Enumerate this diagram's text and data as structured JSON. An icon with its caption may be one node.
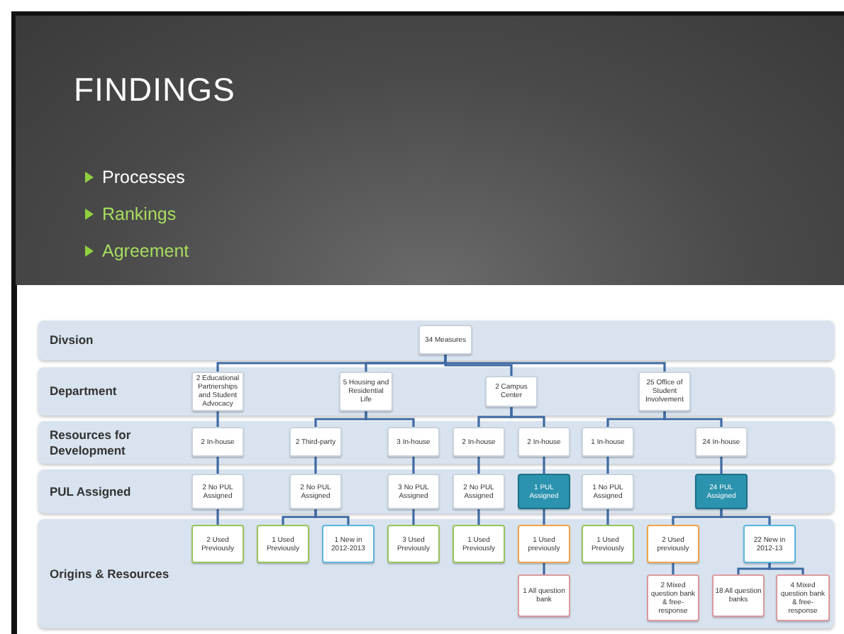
{
  "diagram": {
    "title": "FINDINGS",
    "labels": [
      "Processes",
      "Rankings",
      "Agreement"
    ],
    "nodes": [
      {
        "text": [
          "Divsion"
        ]
      },
      {
        "text": [
          "Department"
        ]
      },
      {
        "text": [
          "Resources for Development"
        ]
      },
      {
        "text": [
          "PUL Assigned"
        ]
      },
      {
        "text": [
          "Origins & Resources"
        ]
      },
      {
        "text": [
          "34 Measures"
        ],
        "in": 0
      },
      {
        "text": [
          "2 Educational Partnerships and Student Advocacy"
        ],
        "in": 1
      },
      {
        "text": [
          "5 Housing and Residential Life"
        ],
        "in": 1
      },
      {
        "text": [
          "2 Campus Center"
        ],
        "in": 1
      },
      {
        "text": [
          "25 Office of Student Involvement"
        ],
        "in": 1
      },
      {
        "text": [
          "2 In-house"
        ],
        "in": 2
      },
      {
        "text": [
          "2 Third-party"
        ],
        "in": 2
      },
      {
        "text": [
          "3 In-house"
        ],
        "in": 2
      },
      {
        "text": [
          "2 In-house"
        ],
        "in": 2
      },
      {
        "text": [
          "2 In-house"
        ],
        "in": 2
      },
      {
        "text": [
          "1 In-house"
        ],
        "in": 2
      },
      {
        "text": [
          "24 In-house"
        ],
        "in": 2
      },
      {
        "text": [
          "2 No PUL Assigned"
        ],
        "in": 3
      },
      {
        "text": [
          "2 No PUL Assigned"
        ],
        "in": 3
      },
      {
        "text": [
          "3 No PUL Assigned"
        ],
        "in": 3
      },
      {
        "text": [
          "2 No PUL Assigned"
        ],
        "in": 3
      },
      {
        "text": [
          "1 PUL Assigned"
        ],
        "in": 3
      },
      {
        "text": [
          "1 No PUL Assigned"
        ],
        "in": 3
      },
      {
        "text": [
          "24 PUL Assigned"
        ],
        "in": 3
      },
      {
        "text": [
          "2 Used Previously"
        ],
        "in": 4
      },
      {
        "text": [
          "1 Used Previously"
        ],
        "in": 4
      },
      {
        "text": [
          "1 New in 2012-2013"
        ],
        "in": 4
      },
      {
        "text": [
          "3 Used Previously"
        ],
        "in": 4
      },
      {
        "text": [
          "1 Used Previously"
        ],
        "in": 4
      },
      {
        "text": [
          "1 Used previously"
        ],
        "in": 4
      },
      {
        "text": [
          "1 Used Previously"
        ],
        "in": 4
      },
      {
        "text": [
          "2 Used previously"
        ],
        "in": 4
      },
      {
        "text": [
          "22 New in 2012-13"
        ],
        "in": 4
      },
      {
        "text": [
          "1 All question bank"
        ],
        "in": 4
      },
      {
        "text": [
          "2 Mixed question bank & free-response"
        ],
        "in": 4
      },
      {
        "text": [
          "18 All question banks"
        ],
        "in": 4
      },
      {
        "text": [
          "4 Mixed question bank & free-response"
        ],
        "in": 4
      }
    ],
    "edges": [
      {
        "from": 5,
        "to": 6,
        "arrow": "none"
      },
      {
        "from": 5,
        "to": 7,
        "arrow": "none"
      },
      {
        "from": 5,
        "to": 8,
        "arrow": "none"
      },
      {
        "from": 5,
        "to": 9,
        "arrow": "none"
      },
      {
        "from": 6,
        "to": 10,
        "arrow": "none"
      },
      {
        "from": 7,
        "to": 11,
        "arrow": "none"
      },
      {
        "from": 7,
        "to": 12,
        "arrow": "none"
      },
      {
        "from": 8,
        "to": 13,
        "arrow": "none"
      },
      {
        "from": 8,
        "to": 14,
        "arrow": "none"
      },
      {
        "from": 9,
        "to": 15,
        "arrow": "none"
      },
      {
        "from": 9,
        "to": 16,
        "arrow": "none"
      },
      {
        "from": 10,
        "to": 17,
        "arrow": "none"
      },
      {
        "from": 11,
        "to": 18,
        "arrow": "none"
      },
      {
        "from": 12,
        "to": 19,
        "arrow": "none"
      },
      {
        "from": 13,
        "to": 20,
        "arrow": "none"
      },
      {
        "from": 14,
        "to": 21,
        "arrow": "none"
      },
      {
        "from": 15,
        "to": 22,
        "arrow": "none"
      },
      {
        "from": 16,
        "to": 23,
        "arrow": "none"
      },
      {
        "from": 17,
        "to": 24,
        "arrow": "none"
      },
      {
        "from": 18,
        "to": 25,
        "arrow": "none"
      },
      {
        "from": 18,
        "to": 26,
        "arrow": "none"
      },
      {
        "from": 19,
        "to": 27,
        "arrow": "none"
      },
      {
        "from": 20,
        "to": 28,
        "arrow": "none"
      },
      {
        "from": 21,
        "to": 29,
        "arrow": "none"
      },
      {
        "from": 22,
        "to": 30,
        "arrow": "none"
      },
      {
        "from": 23,
        "to": 31,
        "arrow": "none"
      },
      {
        "from": 23,
        "to": 32,
        "arrow": "none"
      },
      {
        "from": 29,
        "to": 33,
        "arrow": "none"
      },
      {
        "from": 31,
        "to": 34,
        "arrow": "none"
      },
      {
        "from": 32,
        "to": 35,
        "arrow": "none"
      },
      {
        "from": 32,
        "to": 36,
        "arrow": "none"
      }
    ]
  }
}
